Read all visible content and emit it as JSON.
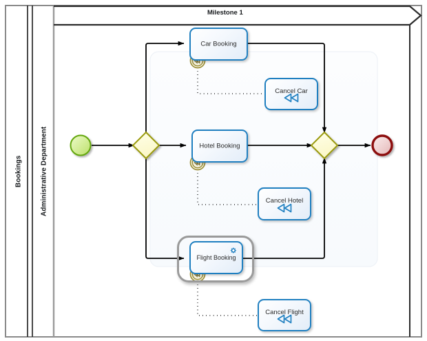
{
  "diagram": {
    "type": "bpmn-process",
    "pool": {
      "name": "Bookings"
    },
    "lane": {
      "name": "Administrative Department"
    },
    "milestone": {
      "label": "Milestone 1"
    },
    "events": [
      {
        "id": "start",
        "kind": "start-event",
        "label": ""
      },
      {
        "id": "end",
        "kind": "end-event",
        "label": ""
      }
    ],
    "gateways": [
      {
        "id": "gw-split",
        "kind": "parallel-gateway",
        "label": ""
      },
      {
        "id": "gw-join",
        "kind": "parallel-gateway",
        "label": ""
      }
    ],
    "tasks": [
      {
        "id": "car-booking",
        "label": "Car Booking",
        "marker": "none",
        "selected": false
      },
      {
        "id": "hotel-booking",
        "label": "Hotel Booking",
        "marker": "none",
        "selected": false
      },
      {
        "id": "flight-booking",
        "label": "Flight Booking",
        "marker": "service-gear",
        "selected": true
      },
      {
        "id": "cancel-car",
        "label": "Cancel Car",
        "marker": "compensation",
        "selected": false
      },
      {
        "id": "cancel-hotel",
        "label": "Cancel Hotel",
        "marker": "compensation",
        "selected": false
      },
      {
        "id": "cancel-flight",
        "label": "Cancel Flight",
        "marker": "compensation",
        "selected": false
      }
    ],
    "boundary_events": [
      {
        "id": "be-car",
        "attached_to": "car-booking",
        "kind": "compensation-boundary-event"
      },
      {
        "id": "be-hotel",
        "attached_to": "hotel-booking",
        "kind": "compensation-boundary-event"
      },
      {
        "id": "be-flight",
        "attached_to": "flight-booking",
        "kind": "compensation-boundary-event"
      }
    ],
    "associations": [
      {
        "from": "be-car",
        "to": "cancel-car",
        "style": "dotted"
      },
      {
        "from": "be-hotel",
        "to": "cancel-hotel",
        "style": "dotted"
      },
      {
        "from": "be-flight",
        "to": "cancel-flight",
        "style": "dotted"
      }
    ],
    "sequence_flows": [
      {
        "from": "start",
        "to": "gw-split"
      },
      {
        "from": "gw-split",
        "to": "car-booking"
      },
      {
        "from": "gw-split",
        "to": "hotel-booking"
      },
      {
        "from": "gw-split",
        "to": "flight-booking"
      },
      {
        "from": "car-booking",
        "to": "gw-join"
      },
      {
        "from": "hotel-booking",
        "to": "gw-join"
      },
      {
        "from": "flight-booking",
        "to": "gw-join"
      },
      {
        "from": "gw-join",
        "to": "end"
      }
    ]
  },
  "colors": {
    "task_border": "#1f7fc0",
    "task_fill_light": "#ffffff",
    "task_fill_dark": "#e3edf8",
    "gateway_border": "#9a9a10",
    "gateway_fill": "#fdfbdd",
    "start_border": "#63a70a",
    "start_fill": "#e8f7c0",
    "end_border": "#8c1111",
    "end_fill": "#f4d3d3",
    "boundary_event": "#9c8f38",
    "marker_blue": "#1f7fc0",
    "gear_blue": "#1f7fc0",
    "flow_line": "#000000",
    "pool_border": "#8a8a8a",
    "selection": "#9a9a9a",
    "text": "#16191c"
  }
}
